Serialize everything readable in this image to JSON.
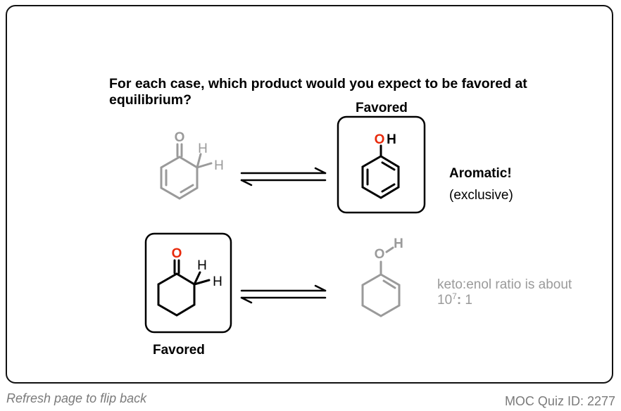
{
  "question": "For each case, which product would you expect to be favored at equilibrium?",
  "case1": {
    "favored_label": "Favored",
    "keto_atoms": {
      "o": "O",
      "h1": "H",
      "h2": "H"
    },
    "enol_atoms": {
      "o": "O",
      "h": "H"
    },
    "note_title": "Aromatic!",
    "note_detail": "(exclusive)"
  },
  "case2": {
    "favored_label": "Favored",
    "keto_atoms": {
      "o": "O",
      "h1": "H",
      "h2": "H"
    },
    "enol_atoms": {
      "o": "O",
      "h": "H"
    },
    "ratio_prefix": "keto:enol ratio is about 10",
    "ratio_exponent": "7",
    "ratio_colon": ":",
    "ratio_suffix": " 1"
  },
  "footer": {
    "refresh_text": "Refresh page to flip back",
    "quiz_id": "MOC Quiz ID: 2277"
  },
  "colors": {
    "faded": "#9a9a9a",
    "oxygen_red": "#e8290b",
    "ink": "#000000"
  }
}
